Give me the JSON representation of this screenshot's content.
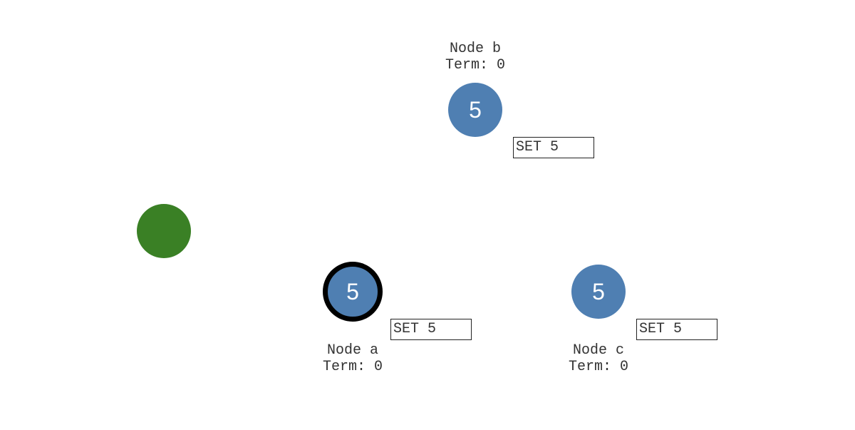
{
  "client": {
    "color": "#3a8025"
  },
  "node_color": "#4f7fb2",
  "nodes": {
    "b": {
      "name": "Node b",
      "term": "Term: 0",
      "value": "5",
      "log_entry": "SET 5",
      "leader": false
    },
    "a": {
      "name": "Node a",
      "term": "Term: 0",
      "value": "5",
      "log_entry": "SET 5",
      "leader": true
    },
    "c": {
      "name": "Node c",
      "term": "Term: 0",
      "value": "5",
      "log_entry": "SET 5",
      "leader": false
    }
  }
}
